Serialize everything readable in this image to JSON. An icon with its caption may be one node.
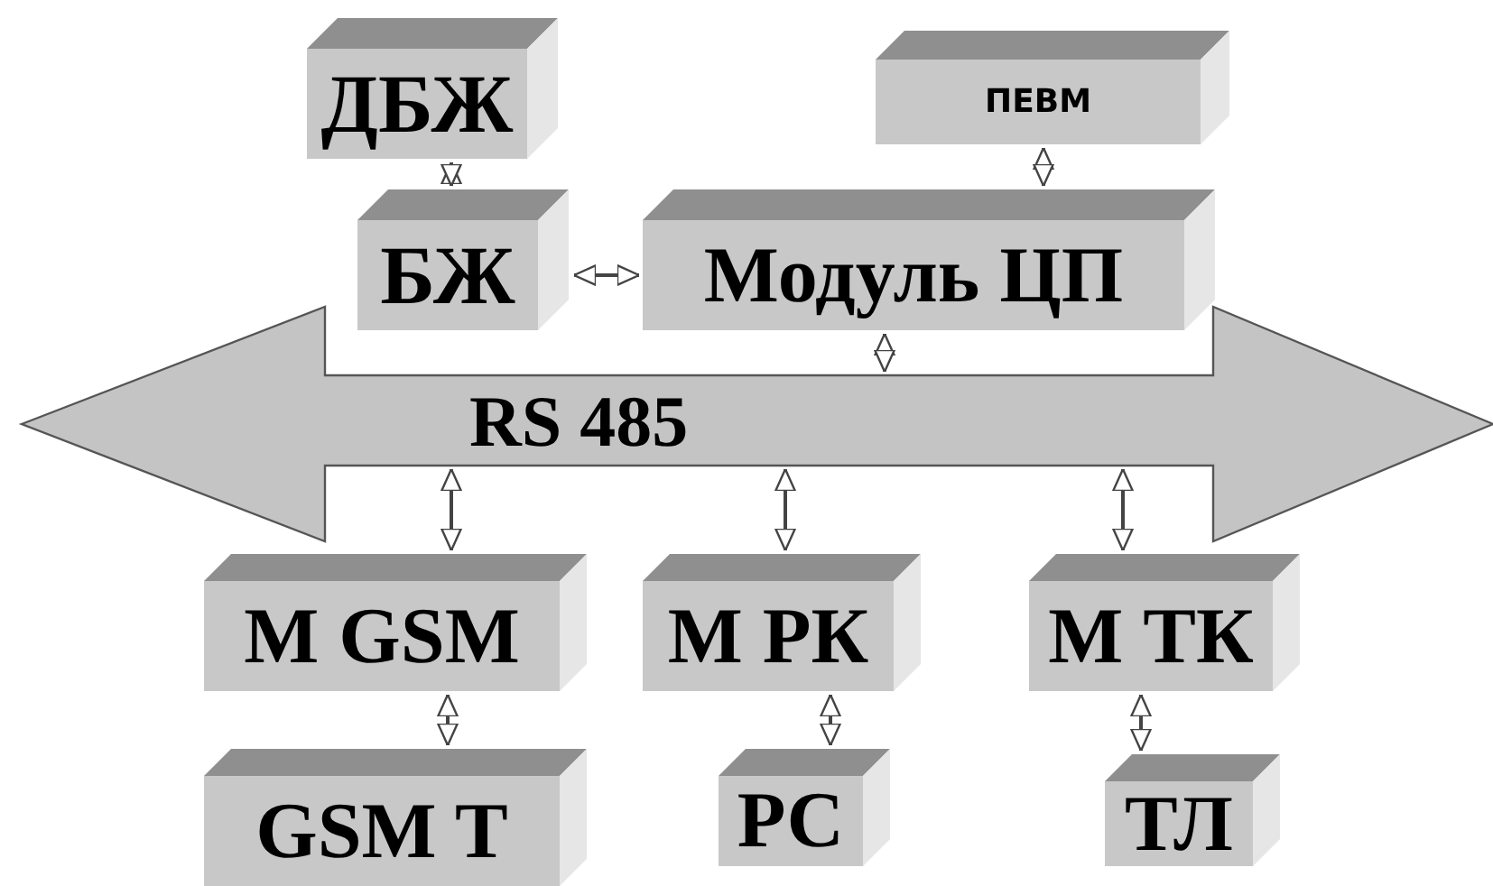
{
  "diagram": {
    "nodes": [
      {
        "text": [
          "ДБЖ"
        ]
      },
      {
        "text": [
          "ПЕВМ"
        ]
      },
      {
        "text": [
          "БЖ"
        ]
      },
      {
        "text": [
          "Модуль ЦП"
        ]
      },
      {
        "text": [
          "RS 485"
        ]
      },
      {
        "text": [
          "M GSM"
        ]
      },
      {
        "text": [
          "M РК"
        ]
      },
      {
        "text": [
          "M ТК"
        ]
      },
      {
        "text": [
          "GSM T"
        ]
      },
      {
        "text": [
          "РС"
        ]
      },
      {
        "text": [
          "ТЛ"
        ]
      }
    ],
    "edges": [
      {
        "from": 0,
        "to": 2,
        "arrow": "both"
      },
      {
        "from": 2,
        "to": 3,
        "arrow": "both"
      },
      {
        "from": 1,
        "to": 3,
        "arrow": "both"
      },
      {
        "from": 3,
        "to": 4,
        "arrow": "both"
      },
      {
        "from": 4,
        "to": 5,
        "arrow": "both"
      },
      {
        "from": 4,
        "to": 6,
        "arrow": "both"
      },
      {
        "from": 4,
        "to": 7,
        "arrow": "both"
      },
      {
        "from": 5,
        "to": 8,
        "arrow": "both"
      },
      {
        "from": 6,
        "to": 9,
        "arrow": "both"
      },
      {
        "from": 7,
        "to": 10,
        "arrow": "both"
      }
    ]
  }
}
